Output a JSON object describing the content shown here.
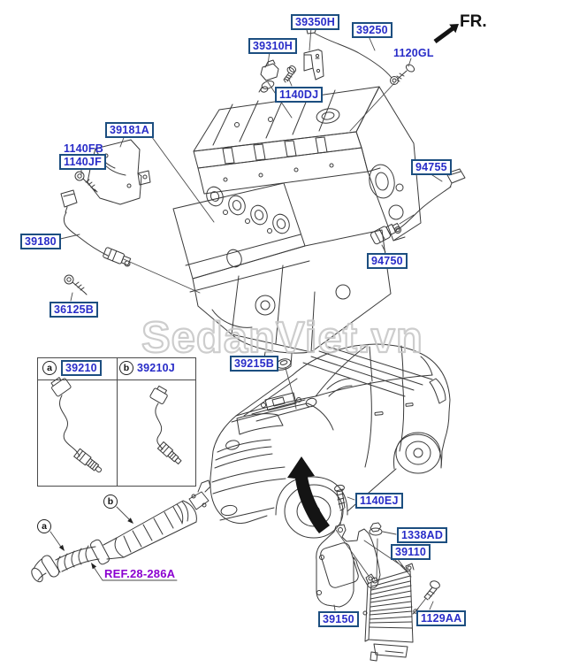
{
  "fr_indicator": "FR.",
  "watermark": "SedanViet.vn",
  "reference_label": "REF.28-286A",
  "parts": {
    "39350H": "39350H",
    "39310H": "39310H",
    "39250": "39250",
    "1120GL": "1120GL",
    "1140DJ": "1140DJ",
    "39181A": "39181A",
    "1140FB": "1140FB",
    "1140JF": "1140JF",
    "39180": "39180",
    "36125B": "36125B",
    "94755": "94755",
    "94750": "94750",
    "39215B": "39215B",
    "1140EJ": "1140EJ",
    "1338AD": "1338AD",
    "39110": "39110",
    "39150": "39150",
    "1129AA": "1129AA",
    "39210": "39210",
    "39210J": "39210J"
  },
  "inset_callouts": {
    "a": "a",
    "b": "b"
  },
  "exhaust_callouts": {
    "a": "a",
    "b": "b"
  },
  "colors": {
    "part_text": "#282cc8",
    "label_border": "#1c4e80",
    "reference_text": "#8b00d0",
    "line": "#3a3a3a",
    "watermark": "#c8c8c8",
    "arrow_black": "#141414"
  }
}
